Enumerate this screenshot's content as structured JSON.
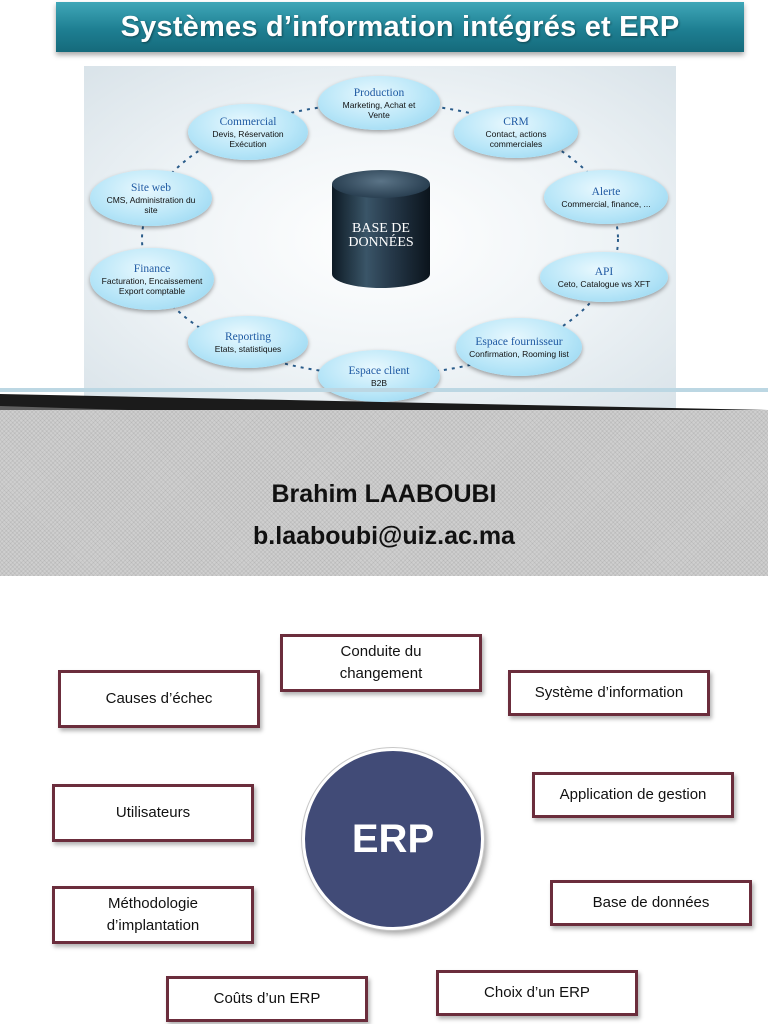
{
  "slide1": {
    "title": "Systèmes d’information intégrés et ERP",
    "diagram": {
      "center_label": "BASE DE DONNÉES",
      "nodes": [
        {
          "title": "Production",
          "desc": "Marketing, Achat et Vente"
        },
        {
          "title": "CRM",
          "desc": "Contact, actions commerciales"
        },
        {
          "title": "Alerte",
          "desc": "Commercial, finance, ..."
        },
        {
          "title": "API",
          "desc": "Ceto, Catalogue ws XFT"
        },
        {
          "title": "Espace fournisseur",
          "desc": "Confirmation, Rooming list"
        },
        {
          "title": "Espace client",
          "desc": "B2B"
        },
        {
          "title": "Reporting",
          "desc": "Etats, statistiques"
        },
        {
          "title": "Finance",
          "desc": "Facturation, Encaissement Export comptable"
        },
        {
          "title": "Site web",
          "desc": "CMS, Administration du site"
        },
        {
          "title": "Commercial",
          "desc": "Devis, Réservation Exécution"
        }
      ]
    },
    "author": {
      "name": "Brahim LAABOUBI",
      "email": "b.laaboubi@uiz.ac.ma"
    }
  },
  "slide2": {
    "center": "ERP",
    "topics": {
      "conduite": "Conduite du changement",
      "causes": "Causes d’échec",
      "systeme": "Système d’information",
      "utilisateurs": "Utilisateurs",
      "application": "Application de gestion",
      "methodologie": "Méthodologie d’implantation",
      "base": "Base de données",
      "couts": "Coûts d’un ERP",
      "choix": "Choix d’un ERP"
    }
  },
  "colors": {
    "banner": "#1e7f92",
    "node_title": "#1f5aa3",
    "box_border": "#6b2d3c",
    "erp_circle": "#414b77"
  }
}
